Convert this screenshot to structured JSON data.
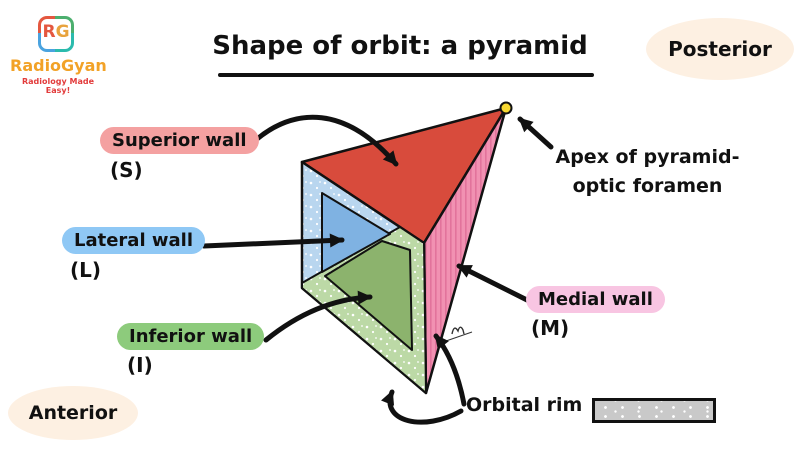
{
  "logo": {
    "letter_r": "R",
    "letter_g": "G",
    "letter_r_color": "#e4573f",
    "letter_g_color": "#e8a33d",
    "name": "RadioGyan",
    "name_color": "#f2a227",
    "tagline": "Radiology Made Easy!",
    "tagline_color": "#e23b3b",
    "bracket_colors": {
      "top_left": "#e4573f",
      "top_right": "#4caf6e",
      "bottom_left": "#4aa3df",
      "bottom_right": "#2bbbad"
    }
  },
  "title": {
    "text": "Shape of orbit: a pyramid"
  },
  "orientation_badges": {
    "posterior": "Posterior",
    "anterior": "Anterior",
    "badge_color": "#fdf0e2"
  },
  "wall_labels": {
    "superior": {
      "text": "Superior wall",
      "abbr": "(S)",
      "highlight": "#f4a1a1"
    },
    "lateral": {
      "text": "Lateral wall",
      "abbr": "(L)",
      "highlight": "#8fc8f5"
    },
    "inferior": {
      "text": "Inferior wall",
      "abbr": "(I)",
      "highlight": "#8dcb7c"
    },
    "medial": {
      "text": "Medial wall",
      "abbr": "(M)",
      "highlight": "#f8c5e2"
    }
  },
  "annotations": {
    "apex_line1": "Apex of pyramid-",
    "apex_line2": "optic foramen",
    "orbital_rim": "Orbital rim"
  },
  "diagram": {
    "faces": {
      "superior_fill": "#d84b3c",
      "medial_fill": "#f191b2",
      "medial_stripe": "#e2739c",
      "lateral_inner_fill": "#7fb2e2",
      "lateral_rim_band": "#b9d6ef",
      "inferior_inner_fill": "#8cb36d",
      "inferior_rim_band": "#bcd9a6",
      "apex_dot_fill": "#f7d832",
      "outline_color": "#111111",
      "arrow_color": "#111111",
      "rim_legend_fill": "#c9c9c9"
    }
  }
}
